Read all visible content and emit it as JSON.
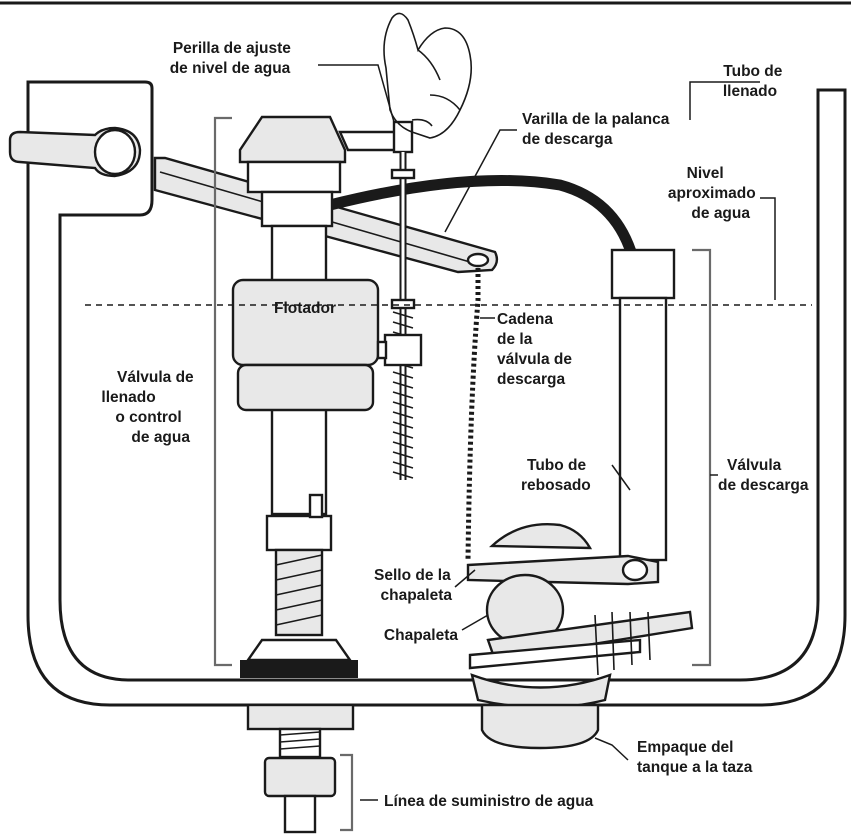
{
  "labels": {
    "perilla_line1": "Perilla de ajuste",
    "perilla_line2": "de nivel de agua",
    "tubo_llenado_line1": "Tubo de",
    "tubo_llenado_line2": "llenado",
    "varilla_line1": "Varilla de la palanca",
    "varilla_line2": "de descarga",
    "nivel_line1": "Nivel",
    "nivel_line2": "aproximado",
    "nivel_line3": "de agua",
    "flotador": "Flotador",
    "cadena_line1": "Cadena",
    "cadena_line2": "de la",
    "cadena_line3": "válvula de",
    "cadena_line4": "descarga",
    "valvula_llenado_line1": "Válvula de",
    "valvula_llenado_line2": "llenado",
    "valvula_llenado_line3": "o control",
    "valvula_llenado_line4": "de agua",
    "rebosado_line1": "Tubo de",
    "rebosado_line2": "rebosado",
    "valvula_descarga_line1": "Válvula",
    "valvula_descarga_line2": "de descarga",
    "sello_line1": "Sello de la",
    "sello_line2": "chapaleta",
    "chapaleta": "Chapaleta",
    "empaque_line1": "Empaque del",
    "empaque_line2": "tanque a la taza",
    "linea_suministro": "Línea de suministro de agua"
  },
  "colors": {
    "ink": "#1a1a1a",
    "bracket": "#6a6a6a",
    "fill_light": "#e8e8e8",
    "fill_mid": "#b8b8b8"
  }
}
